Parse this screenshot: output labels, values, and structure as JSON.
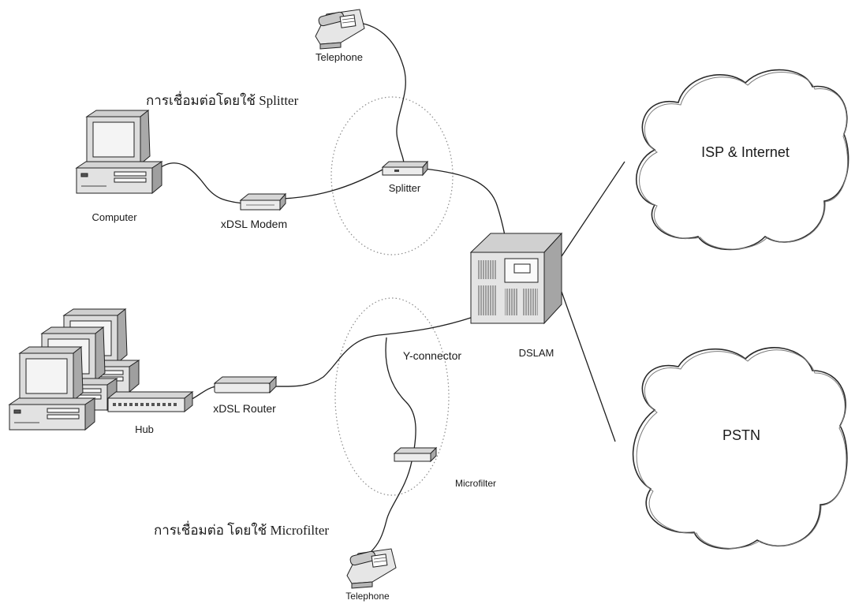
{
  "diagram": {
    "splitter_section": {
      "title": "การเชื่อมต่อโดยใช้ Splitter",
      "telephone_label": "Telephone",
      "computer_label": "Computer",
      "modem_label": "xDSL Modem",
      "splitter_label": "Splitter"
    },
    "core": {
      "dslam_label": "DSLAM",
      "internet_label": "ISP & Internet",
      "pstn_label": "PSTN"
    },
    "microfilter_section": {
      "title": "การเชื่อมต่อ โดยใช้ Microfilter",
      "hub_label": "Hub",
      "router_label": "xDSL Router",
      "y_connector_label": "Y-connector",
      "microfilter_label": "Microfilter",
      "telephone_label": "Telephone"
    }
  }
}
